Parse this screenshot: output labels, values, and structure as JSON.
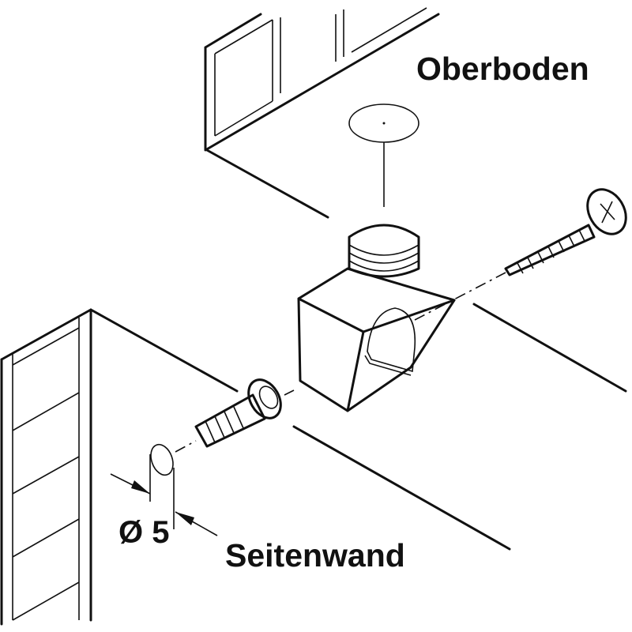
{
  "labels": {
    "top_panel": "Oberboden",
    "side_panel": "Seitenwand",
    "diameter": "Ø 5"
  },
  "colors": {
    "line": "#111111",
    "background": "#ffffff"
  }
}
